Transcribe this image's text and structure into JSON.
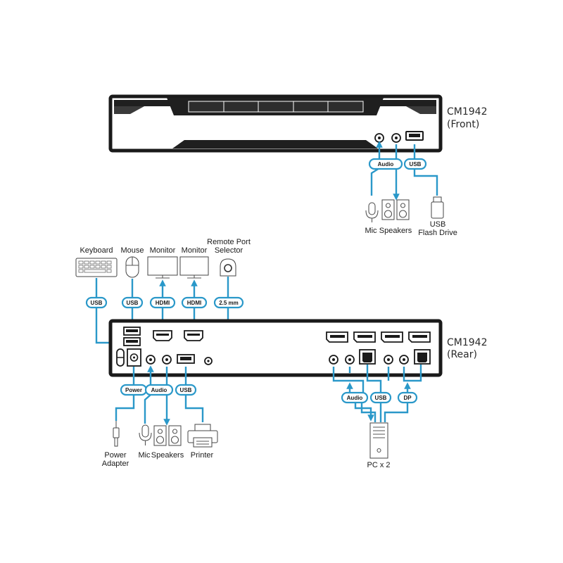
{
  "front": {
    "model": "CM1942",
    "view": "(Front)",
    "pills": {
      "audio": "Audio",
      "usb": "USB"
    },
    "devices": {
      "mic": "Mic",
      "speakers": "Speakers",
      "usb_line1": "USB",
      "usb_line2": "Flash Drive"
    }
  },
  "rear": {
    "model": "CM1942",
    "view": "(Rear)",
    "top_devices": {
      "keyboard": "Keyboard",
      "mouse": "Mouse",
      "monitor1": "Monitor",
      "monitor2": "Monitor",
      "remote_line1": "Remote Port",
      "remote_line2": "Selector"
    },
    "top_pills": {
      "usb1": "USB",
      "usb2": "USB",
      "hdmi1": "HDMI",
      "hdmi2": "HDMI",
      "mm": "2.5 mm"
    },
    "bottom_pills": {
      "power": "Power",
      "audio": "Audio",
      "usb": "USB"
    },
    "bottom_devices": {
      "power_line1": "Power",
      "power_line2": "Adapter",
      "mic": "Mic",
      "speakers": "Speakers",
      "printer": "Printer"
    },
    "pc_pills": {
      "audio": "Audio",
      "usb": "USB",
      "dp": "DP"
    },
    "pc_label": "PC x 2"
  },
  "colors": {
    "cable": "#2a98c9",
    "chassis": "#1a1a1a"
  }
}
